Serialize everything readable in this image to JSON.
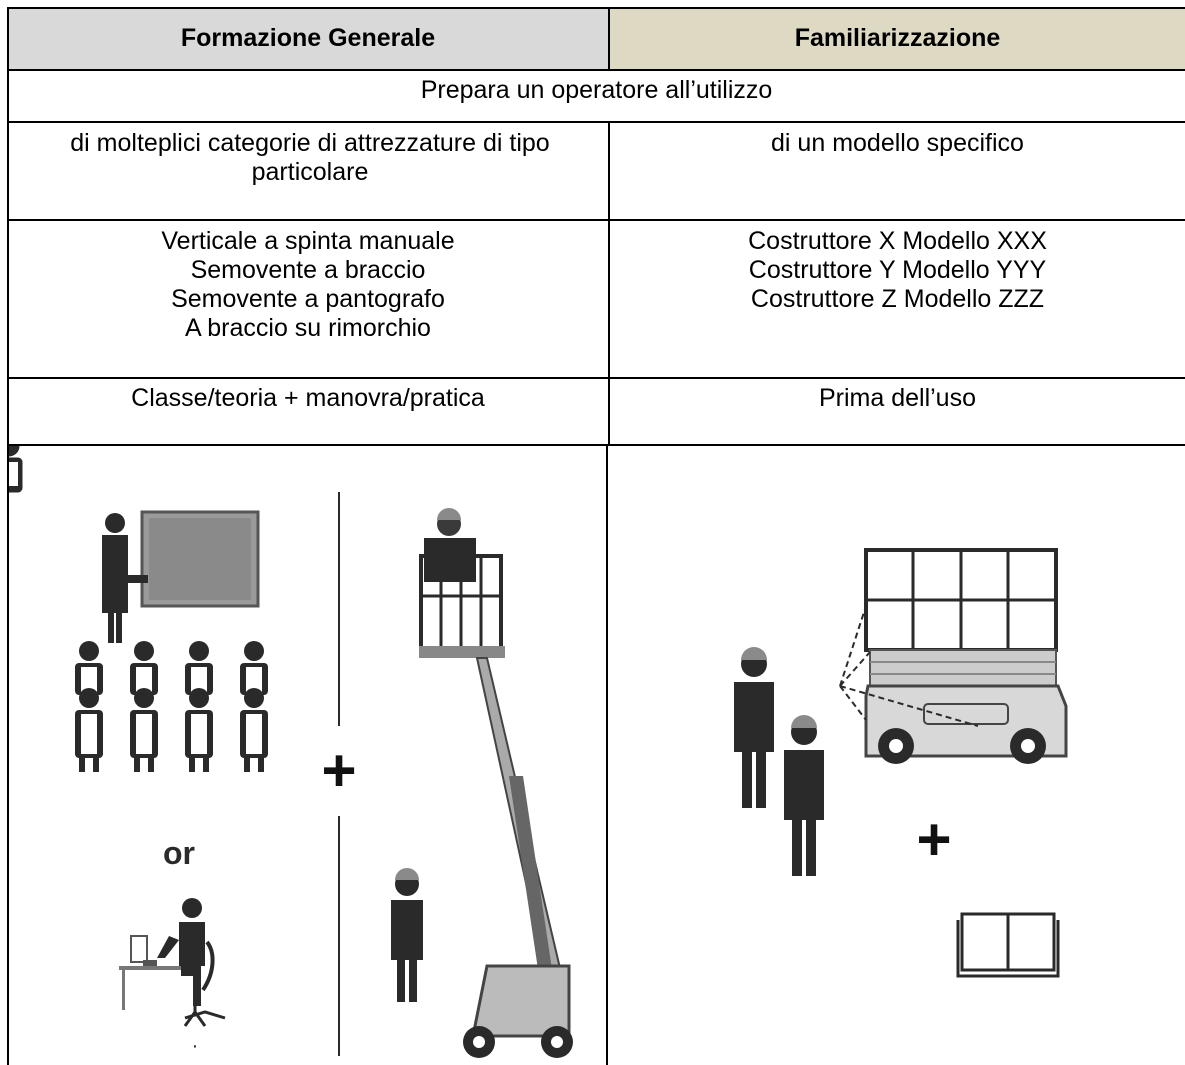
{
  "table": {
    "header": {
      "col1": "Formazione Generale",
      "col2": "Familiarizzazione",
      "col1_bg": "#d9d9d9",
      "col2_bg": "#ddd9c3"
    },
    "prepares": "Prepara un operatore all’utilizzo",
    "scope": {
      "col1": "di molteplici categorie di attrezzature di tipo particolare",
      "col2": "di un modello specifico"
    },
    "examples": {
      "col1": [
        "Verticale a spinta manuale",
        "Semovente a braccio",
        "Semovente a pantografo",
        "A braccio su rimorchio"
      ],
      "col2": [
        "Costruttore X Modello XXX",
        "Costruttore Y Modello YYY",
        "Costruttore Z Modello ZZZ"
      ]
    },
    "when": {
      "col1": "Classe/teoria + manovra/pratica",
      "col2": "Prima dell’uso"
    }
  },
  "illustration": {
    "or_label": "or",
    "plus_sign": "+",
    "icons": [
      "instructor-whiteboard-icon",
      "classroom-audience-icon",
      "computer-learner-icon",
      "boom-lift-operator-icon",
      "workers-icon",
      "scissor-lift-icon",
      "manual-book-icon"
    ]
  }
}
